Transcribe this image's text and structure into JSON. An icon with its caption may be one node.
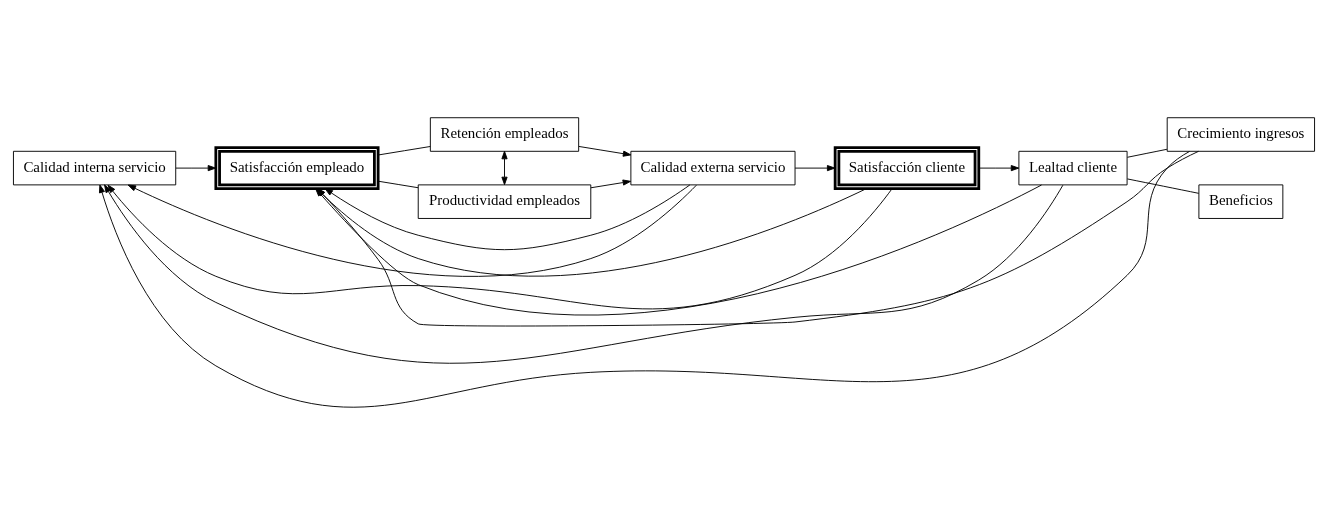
{
  "diagram": {
    "nodes": [
      {
        "text": [
          "Calidad interna servicio"
        ]
      },
      {
        "text": [
          "Satisfacción empleado"
        ]
      },
      {
        "text": [
          "Retención empleados"
        ]
      },
      {
        "text": [
          "Productividad empleados"
        ]
      },
      {
        "text": [
          "Calidad externa servicio"
        ]
      },
      {
        "text": [
          "Satisfacción cliente"
        ]
      },
      {
        "text": [
          "Lealtad cliente"
        ]
      },
      {
        "text": [
          "Crecimiento ingresos"
        ]
      },
      {
        "text": [
          "Beneficios"
        ]
      }
    ],
    "edges": [
      {
        "from": 0,
        "to": 1,
        "arrow": "to"
      },
      {
        "from": 1,
        "to": 2,
        "arrow": "none"
      },
      {
        "from": 1,
        "to": 3,
        "arrow": "none"
      },
      {
        "from": 2,
        "to": 3,
        "arrow": "both"
      },
      {
        "from": 2,
        "to": 4,
        "arrow": "to"
      },
      {
        "from": 3,
        "to": 4,
        "arrow": "to"
      },
      {
        "from": 4,
        "to": 5,
        "arrow": "to"
      },
      {
        "from": 5,
        "to": 6,
        "arrow": "to"
      },
      {
        "from": 6,
        "to": 7,
        "arrow": "none"
      },
      {
        "from": 6,
        "to": 8,
        "arrow": "none"
      },
      {
        "from": 4,
        "to": 0,
        "arrow": "to"
      },
      {
        "from": 4,
        "to": 1,
        "arrow": "to"
      },
      {
        "from": 5,
        "to": 0,
        "arrow": "to"
      },
      {
        "from": 5,
        "to": 1,
        "arrow": "to"
      },
      {
        "from": 6,
        "to": 0,
        "arrow": "to"
      },
      {
        "from": 6,
        "to": 1,
        "arrow": "to"
      },
      {
        "from": 7,
        "to": 0,
        "arrow": "to"
      },
      {
        "from": 7,
        "to": 1,
        "arrow": "to"
      }
    ]
  }
}
